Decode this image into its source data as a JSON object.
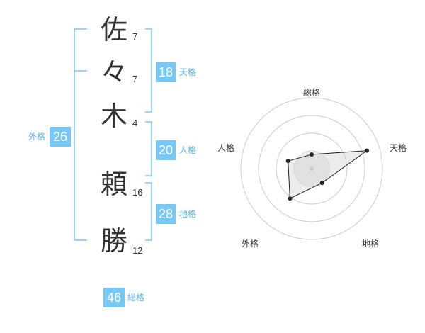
{
  "name": {
    "chars": [
      {
        "char": "佐",
        "strokes": "7"
      },
      {
        "char": "々",
        "strokes": "7"
      },
      {
        "char": "木",
        "strokes": "4"
      },
      {
        "char": "頼",
        "strokes": "16"
      },
      {
        "char": "勝",
        "strokes": "12"
      }
    ]
  },
  "grades": {
    "tenkaku": {
      "value": "18",
      "label": "天格"
    },
    "jinkaku": {
      "value": "20",
      "label": "人格"
    },
    "chikaku": {
      "value": "28",
      "label": "地格"
    },
    "gaikaku": {
      "value": "26",
      "label": "外格"
    },
    "soukaku": {
      "value": "46",
      "label": "総格"
    }
  },
  "colors": {
    "accent": "#78c8f5",
    "bracket": "#78c8f5",
    "label": "#5ab4ea"
  },
  "chart_data": {
    "type": "radar",
    "axes": [
      "総格",
      "天格",
      "地格",
      "外格",
      "人格"
    ],
    "values": [
      0.2,
      0.82,
      0.25,
      0.52,
      0.35
    ],
    "range": [
      0,
      1
    ],
    "rings": 4
  }
}
